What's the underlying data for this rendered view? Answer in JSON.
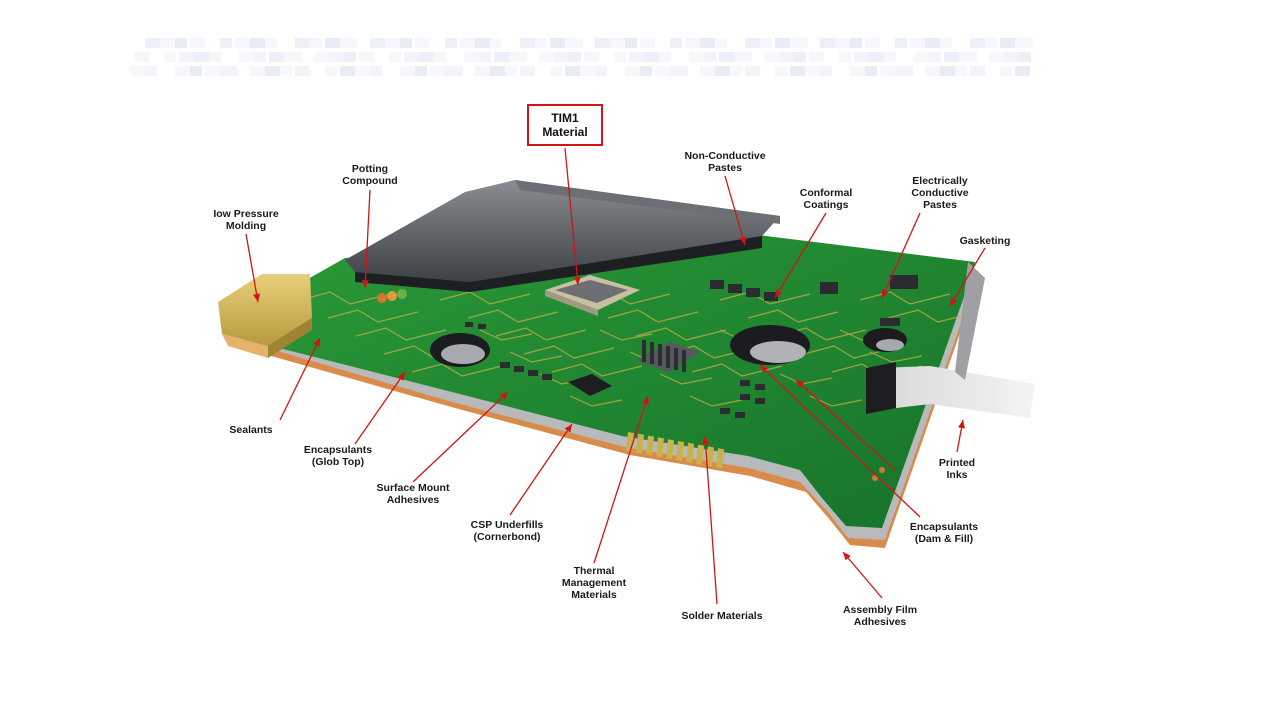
{
  "highlight": {
    "text": "TIM1\nMaterial",
    "color": "#d21414"
  },
  "colors": {
    "pcb": "#1f8a2e",
    "pcb_dark": "#146b22",
    "trace": "#c9b24a",
    "arrow": "#d21414",
    "copper": "#d98b4a"
  },
  "labels": [
    {
      "id": "low-pressure-molding",
      "text": "Iow Pressure\nMolding"
    },
    {
      "id": "potting-compound",
      "text": "Potting\nCompound"
    },
    {
      "id": "non-conductive-pastes",
      "text": "Non-Conductive\nPastes"
    },
    {
      "id": "conformal-coatings",
      "text": "Conformal\nCoatings"
    },
    {
      "id": "electrically-conductive-pastes",
      "text": "Electrically\nConductive\nPastes"
    },
    {
      "id": "gasketing",
      "text": "Gasketing"
    },
    {
      "id": "sealants",
      "text": "Sealants"
    },
    {
      "id": "encapsulants-glob-top",
      "text": "Encapsulants\n(Glob Top)"
    },
    {
      "id": "surface-mount-adhesives",
      "text": "Surface Mount\nAdhesives"
    },
    {
      "id": "csp-underfills",
      "text": "CSP Underfills\n(Cornerbond)"
    },
    {
      "id": "thermal-management",
      "text": "Thermal\nManagement\nMaterials"
    },
    {
      "id": "solder-materials",
      "text": "Solder Materials"
    },
    {
      "id": "printed-inks",
      "text": "Printed\nInks"
    },
    {
      "id": "encapsulants-dam-fill",
      "text": "Encapsulants\n(Dam & Fill)"
    },
    {
      "id": "assembly-film-adhesives",
      "text": "Assembly Film\nAdhesives"
    }
  ]
}
